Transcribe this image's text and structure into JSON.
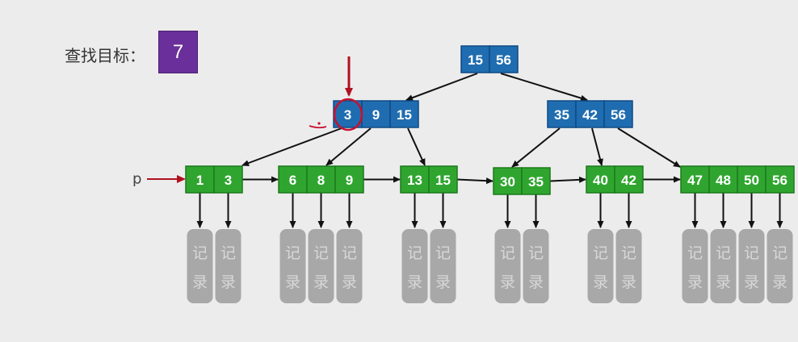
{
  "search": {
    "label": "查找目标：",
    "target": "7"
  },
  "pointer_label": "p",
  "record_text": [
    "记",
    "录"
  ],
  "colors": {
    "internal_fill": "#1f6db0",
    "internal_stroke": "#0e4a85",
    "leaf_fill": "#2fa52f",
    "leaf_stroke": "#1c7a1c",
    "record_fill": "#a8a8a8",
    "highlight": "#c8102e",
    "target_fill": "#6a2f9a"
  },
  "tree": {
    "root": {
      "id": "root",
      "keys": [
        "15",
        "56"
      ]
    },
    "internal": [
      {
        "id": "int1",
        "keys": [
          "3",
          "9",
          "15"
        ],
        "highlight_key": "3"
      },
      {
        "id": "int2",
        "keys": [
          "35",
          "42",
          "56"
        ]
      }
    ],
    "leaves": [
      {
        "id": "leaf1",
        "keys": [
          "1",
          "3"
        ]
      },
      {
        "id": "leaf2",
        "keys": [
          "6",
          "8",
          "9"
        ]
      },
      {
        "id": "leaf3",
        "keys": [
          "13",
          "15"
        ]
      },
      {
        "id": "leaf4",
        "keys": [
          "30",
          "35"
        ]
      },
      {
        "id": "leaf5",
        "keys": [
          "40",
          "42"
        ]
      },
      {
        "id": "leaf6",
        "keys": [
          "47",
          "48",
          "50",
          "56"
        ]
      }
    ]
  }
}
